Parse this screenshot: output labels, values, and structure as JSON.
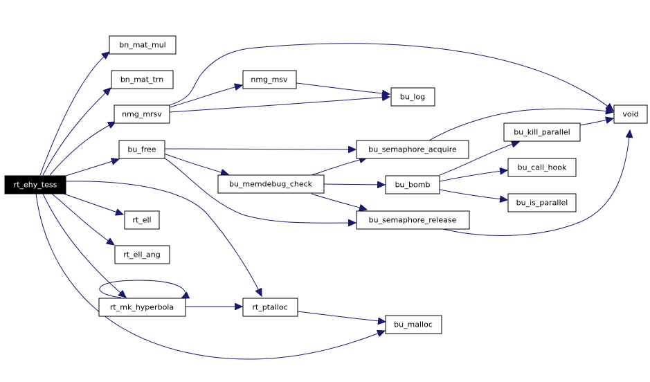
{
  "colors": {
    "edge": "#191970",
    "root_fill": "#000000",
    "root_text": "#ffffff",
    "node_fill": "#ffffff",
    "node_border": "#000000"
  },
  "nodes": {
    "rt_ehy_tess": "rt_ehy_tess",
    "bn_mat_mul": "bn_mat_mul",
    "bn_mat_trn": "bn_mat_trn",
    "nmg_mrsv": "nmg_mrsv",
    "nmg_msv": "nmg_msv",
    "bu_log": "bu_log",
    "void": "void",
    "bu_free": "bu_free",
    "bu_semaphore_acquire": "bu_semaphore_acquire",
    "bu_kill_parallel": "bu_kill_parallel",
    "bu_memdebug_check": "bu_memdebug_check",
    "bu_bomb": "bu_bomb",
    "bu_call_hook": "bu_call_hook",
    "bu_is_parallel": "bu_is_parallel",
    "rt_ell": "rt_ell",
    "bu_semaphore_release": "bu_semaphore_release",
    "rt_ell_ang": "rt_ell_ang",
    "rt_mk_hyperbola": "rt_mk_hyperbola",
    "rt_ptalloc": "rt_ptalloc",
    "bu_malloc": "bu_malloc"
  },
  "edges": [
    {
      "from": "rt_ehy_tess",
      "to": "bn_mat_mul"
    },
    {
      "from": "rt_ehy_tess",
      "to": "bn_mat_trn"
    },
    {
      "from": "rt_ehy_tess",
      "to": "nmg_mrsv"
    },
    {
      "from": "rt_ehy_tess",
      "to": "bu_free"
    },
    {
      "from": "rt_ehy_tess",
      "to": "rt_ell"
    },
    {
      "from": "rt_ehy_tess",
      "to": "rt_ell_ang"
    },
    {
      "from": "rt_ehy_tess",
      "to": "rt_mk_hyperbola"
    },
    {
      "from": "rt_ehy_tess",
      "to": "rt_ptalloc"
    },
    {
      "from": "rt_ehy_tess",
      "to": "bu_malloc"
    },
    {
      "from": "nmg_mrsv",
      "to": "nmg_msv"
    },
    {
      "from": "nmg_mrsv",
      "to": "bu_log"
    },
    {
      "from": "nmg_mrsv",
      "to": "void"
    },
    {
      "from": "nmg_msv",
      "to": "bu_log"
    },
    {
      "from": "bu_free",
      "to": "bu_semaphore_acquire"
    },
    {
      "from": "bu_free",
      "to": "bu_memdebug_check"
    },
    {
      "from": "bu_free",
      "to": "bu_semaphore_release"
    },
    {
      "from": "bu_semaphore_acquire",
      "to": "void"
    },
    {
      "from": "bu_memdebug_check",
      "to": "bu_semaphore_acquire"
    },
    {
      "from": "bu_memdebug_check",
      "to": "bu_bomb"
    },
    {
      "from": "bu_memdebug_check",
      "to": "bu_semaphore_release"
    },
    {
      "from": "bu_bomb",
      "to": "bu_kill_parallel"
    },
    {
      "from": "bu_bomb",
      "to": "bu_call_hook"
    },
    {
      "from": "bu_bomb",
      "to": "bu_is_parallel"
    },
    {
      "from": "bu_kill_parallel",
      "to": "void"
    },
    {
      "from": "bu_semaphore_release",
      "to": "void"
    },
    {
      "from": "rt_mk_hyperbola",
      "to": "rt_mk_hyperbola"
    },
    {
      "from": "rt_mk_hyperbola",
      "to": "rt_ptalloc"
    },
    {
      "from": "rt_ptalloc",
      "to": "bu_malloc"
    }
  ]
}
